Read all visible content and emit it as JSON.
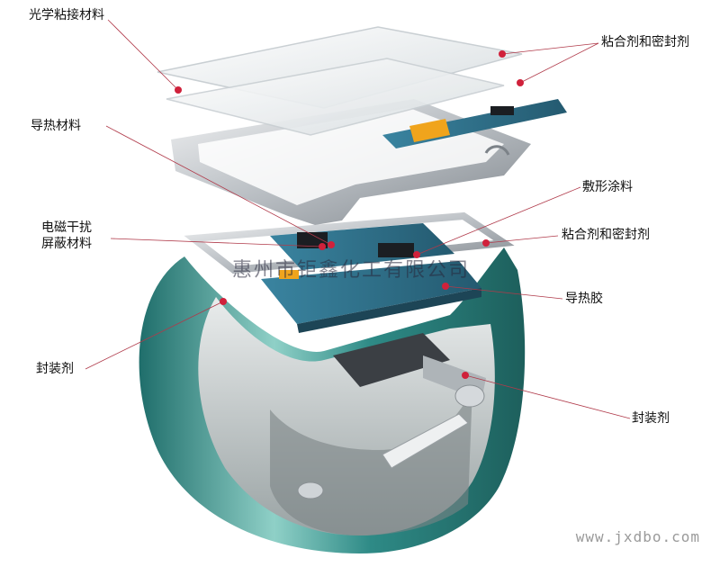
{
  "labels": {
    "optical_adhesive": "光学粘接材料",
    "adhesive_sealant_top": "粘合剂和密封剂",
    "thermal_material": "导热材料",
    "conformal_coating": "敷形涂料",
    "emi_shielding": "电磁干扰\n屏蔽材料",
    "adhesive_sealant_mid": "粘合剂和密封剂",
    "thermal_gel": "导热胶",
    "encapsulant_left": "封装剂",
    "encapsulant_right": "封装剂"
  },
  "watermark": "惠州市钜鑫化工有限公司",
  "url": "www.jxdbo.com",
  "colors": {
    "band": "#2e8a86",
    "band_light": "#8fd0c7",
    "pcb": "#2f6f8a",
    "metal": "#c8ccd0",
    "dot": "#d0213b",
    "leader": "#b03a4a",
    "flex": "#f0a41c"
  }
}
